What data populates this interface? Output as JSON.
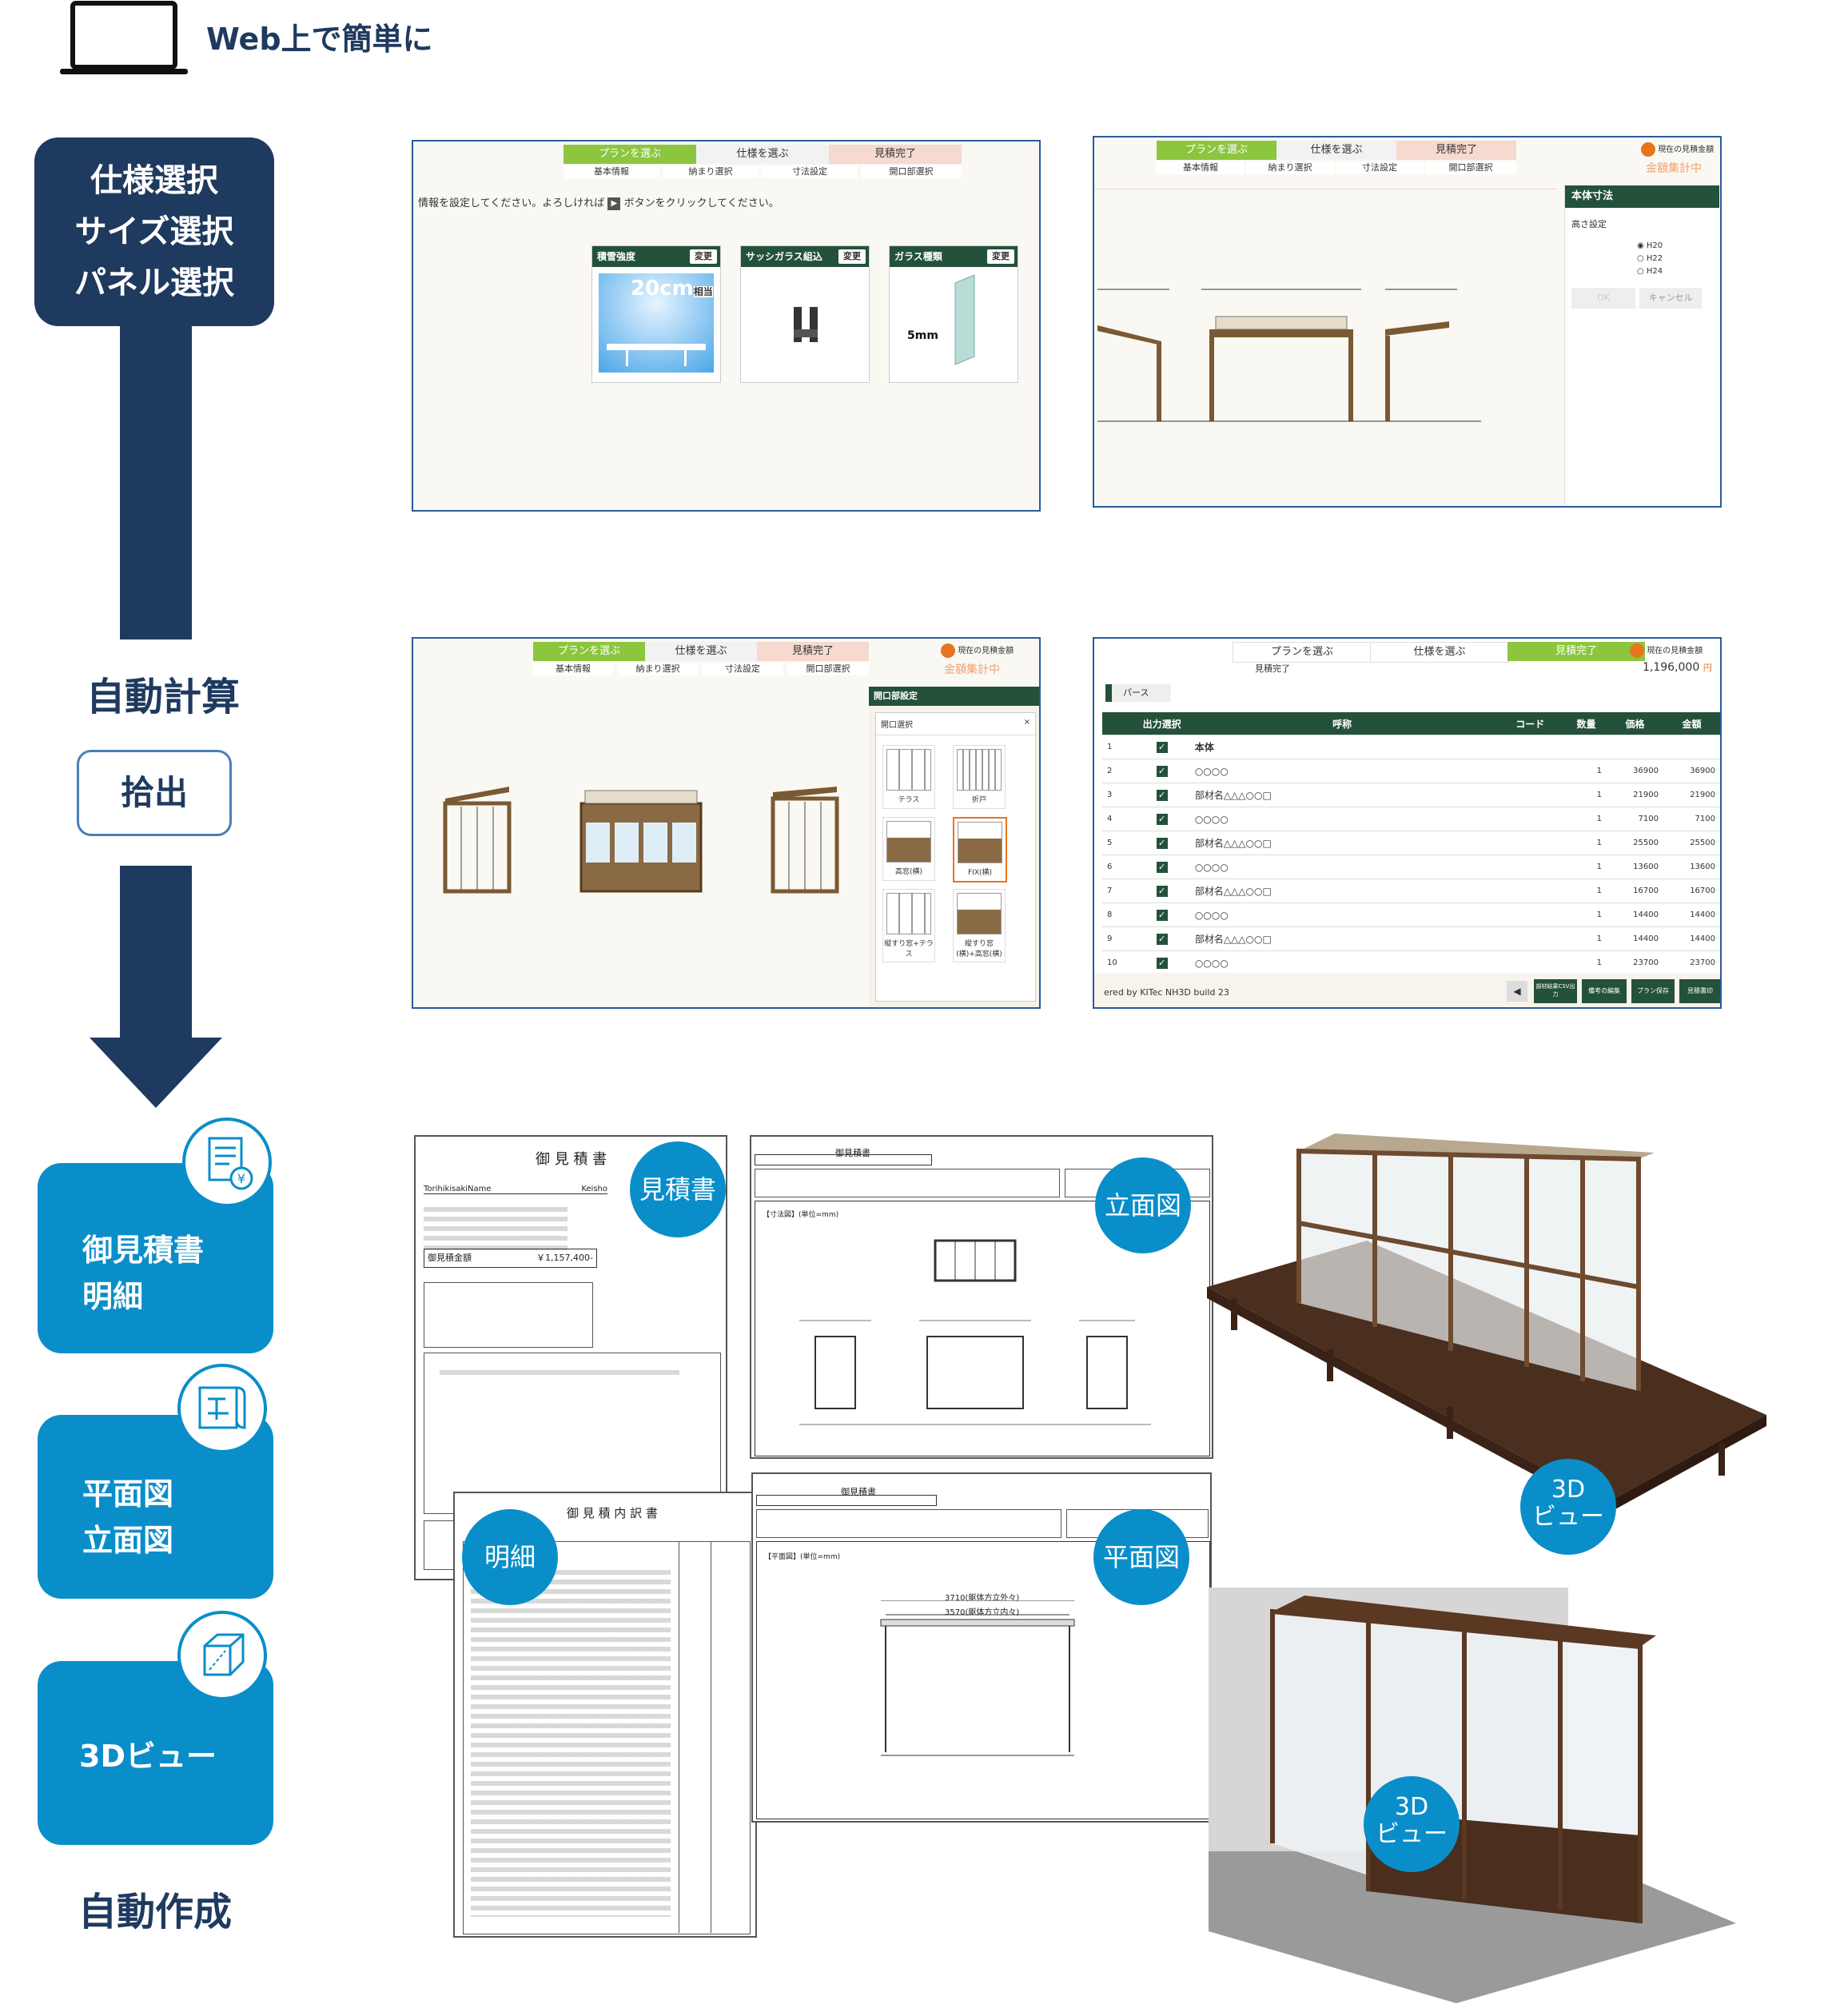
{
  "header": {
    "title": "Web上で簡単に",
    "icon": "laptop-icon"
  },
  "flow": {
    "step1_lines": [
      "仕様選択",
      "サイズ選択",
      "パネル選択"
    ],
    "auto_calc": "自動計算",
    "pickup": "拾出",
    "cards": [
      {
        "lines": [
          "御見積書",
          "明細"
        ],
        "icon": "estimate-icon"
      },
      {
        "lines": [
          "平面図",
          "立面図"
        ],
        "icon": "blueprint-icon"
      },
      {
        "lines": [
          "3Dビュー"
        ],
        "icon": "cube-icon"
      }
    ],
    "auto_create": "自動作成"
  },
  "wizard": {
    "steps": [
      "プランを選ぶ",
      "仕様を選ぶ",
      "見積完了"
    ],
    "substeps": [
      "基本情報",
      "納まり選択",
      "寸法設定",
      "開口部選択"
    ],
    "total_label": "現在の見積金額",
    "total_placeholder": "金額集計中",
    "total_unit": "円",
    "total_value": "1,196,000"
  },
  "shot1": {
    "instruction_a": "情報を設定してください。よろしければ",
    "instruction_b": "ボタンをクリックしてください。",
    "cards": [
      {
        "title": "積雪強度",
        "change": "変更",
        "caption": "20cm",
        "caption_sub": "相当"
      },
      {
        "title": "サッシガラス組込",
        "change": "変更"
      },
      {
        "title": "ガラス種類",
        "change": "変更",
        "caption": "5mm"
      }
    ]
  },
  "shot2": {
    "panel_title": "本体寸法",
    "height_label": "高さ設定",
    "options": [
      "H20",
      "H22",
      "H24"
    ],
    "ok": "OK",
    "cancel": "キャンセル"
  },
  "shot3": {
    "panel_title": "開口部設定",
    "list_title": "開口選択",
    "close": "×",
    "options": [
      "テラス",
      "折戸",
      "高窓(横)",
      "FIX(横)",
      "縦すり窓+テラス",
      "縦すり窓(横)+高窓(横)"
    ]
  },
  "shot4": {
    "tab": "パース",
    "columns": [
      "出力選択",
      "呼称",
      "コード",
      "数量",
      "価格",
      "金額"
    ],
    "rows": [
      {
        "no": "1",
        "name": "本体",
        "qty": "",
        "price": "",
        "amount": ""
      },
      {
        "no": "2",
        "name": "○○○○",
        "qty": "1",
        "price": "36900",
        "amount": "36900"
      },
      {
        "no": "3",
        "name": "部材名△△△○○□",
        "qty": "1",
        "price": "21900",
        "amount": "21900"
      },
      {
        "no": "4",
        "name": "○○○○",
        "qty": "1",
        "price": "7100",
        "amount": "7100"
      },
      {
        "no": "5",
        "name": "部材名△△△○○□",
        "qty": "1",
        "price": "25500",
        "amount": "25500"
      },
      {
        "no": "6",
        "name": "○○○○",
        "qty": "1",
        "price": "13600",
        "amount": "13600"
      },
      {
        "no": "7",
        "name": "部材名△△△○○□",
        "qty": "1",
        "price": "16700",
        "amount": "16700"
      },
      {
        "no": "8",
        "name": "○○○○",
        "qty": "1",
        "price": "14400",
        "amount": "14400"
      },
      {
        "no": "9",
        "name": "部材名△△△○○□",
        "qty": "1",
        "price": "14400",
        "amount": "14400"
      },
      {
        "no": "10",
        "name": "○○○○",
        "qty": "1",
        "price": "23700",
        "amount": "23700"
      }
    ],
    "footer_text": "ered by KITec NH3D build 23",
    "buttons": [
      "部材結果CSV出力",
      "備考の編集",
      "プラン保存",
      "見積書印"
    ]
  },
  "docs": {
    "estimate": {
      "title": "御 見 積 書",
      "customer": "TorihikisakiName",
      "suffix": "Keisho",
      "total_label": "御見積金額",
      "total_value": "￥1,157,400-",
      "circle": "見積書"
    },
    "detail": {
      "title": "御 見 積 内 訳 書",
      "circle": "明細"
    },
    "elevation": {
      "title": "御見積書",
      "section": "【寸法図】(単位=mm)",
      "circle": "立面図"
    },
    "plan": {
      "title": "御見積書",
      "section": "【平面図】(単位=mm)",
      "dim_outer": "3710(躯体方立外々)",
      "dim_inner": "3570(躯体方立内々)",
      "circle": "平面図"
    },
    "view3d_lines": [
      "3D",
      "ビュー"
    ]
  }
}
